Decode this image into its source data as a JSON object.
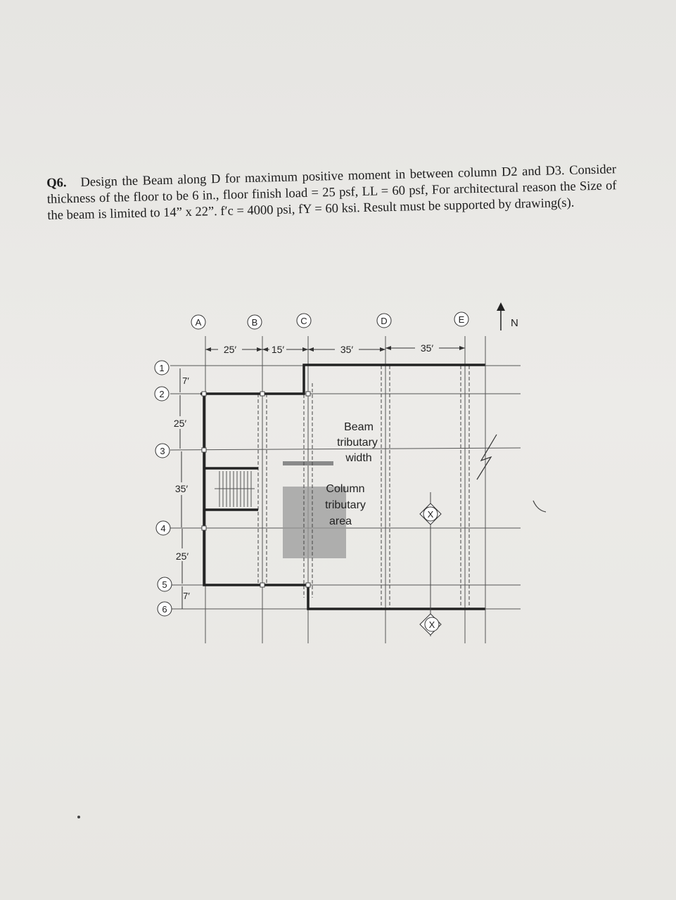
{
  "question": {
    "number": "Q6.",
    "text": "Design the Beam along D for maximum positive moment in between column D2 and D3. Consider thickness of the floor to be 6 in., floor finish load = 25 psf, LL = 60 psf, For architectural reason the Size of the beam is limited to 14” x 22”. f′c = 4000 psi, fY = 60 ksi. Result must be supported by drawing(s)."
  },
  "plan": {
    "column_lines": [
      "A",
      "B",
      "C",
      "D",
      "E"
    ],
    "row_lines": [
      "1",
      "2",
      "3",
      "4",
      "5",
      "6"
    ],
    "horizontal_dims": [
      "25′",
      "15′",
      "35′",
      "35′"
    ],
    "vertical_dims": [
      "7′",
      "25′",
      "35′",
      "25′",
      "7′"
    ],
    "north_label": "N",
    "labels": {
      "beam_tributary": [
        "Beam",
        "tributary",
        "width"
      ],
      "column_tributary": [
        "Column",
        "tributary",
        "area"
      ],
      "section_mark": "X"
    }
  }
}
